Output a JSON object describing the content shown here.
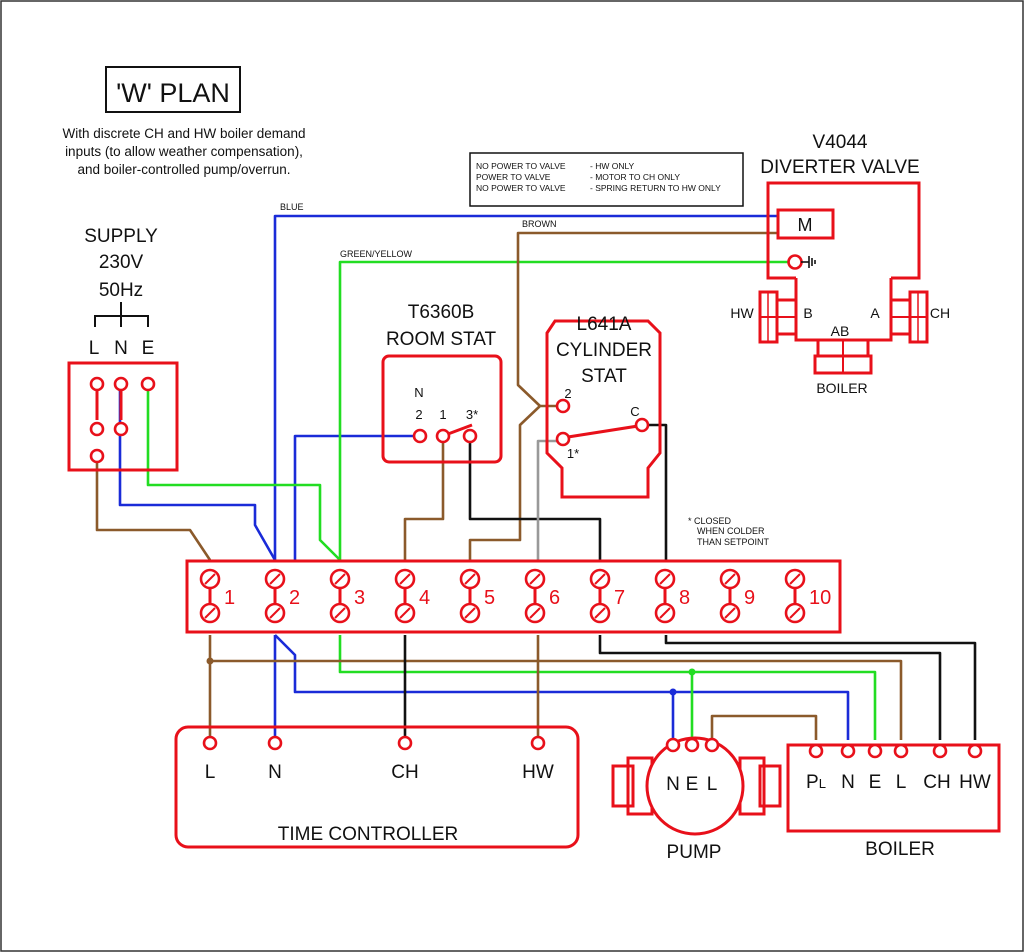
{
  "title": "'W' PLAN",
  "description": [
    "With discrete CH and HW boiler demand",
    "inputs (to allow weather compensation),",
    "and boiler-controlled pump/overrun."
  ],
  "notes": [
    {
      "state": "NO POWER TO VALVE",
      "result": "- HW ONLY"
    },
    {
      "state": "POWER TO VALVE",
      "result": "- MOTOR TO CH ONLY"
    },
    {
      "state": "NO POWER TO VALVE",
      "result": "- SPRING RETURN TO HW ONLY"
    }
  ],
  "supply": {
    "lines": [
      "SUPPLY",
      "230V",
      "50Hz"
    ],
    "terminals": [
      "L",
      "N",
      "E"
    ]
  },
  "diverter_valve": {
    "model": "V4044",
    "name": "DIVERTER VALVE",
    "motor": "M",
    "ports": {
      "hw": "HW",
      "b": "B",
      "a": "A",
      "ch": "CH",
      "ab": "AB",
      "boiler": "BOILER"
    }
  },
  "room_stat": {
    "model": "T6360B",
    "name": "ROOM STAT",
    "terminals": [
      "N",
      "2",
      "1",
      "3*"
    ]
  },
  "cylinder_stat": {
    "model": "L641A",
    "line2": "CYLINDER",
    "line3": "STAT",
    "terminals": [
      "2",
      "C",
      "1*"
    ]
  },
  "footnote": [
    "* CLOSED",
    "WHEN COLDER",
    "THAN SETPOINT"
  ],
  "wire_labels": {
    "blue": "BLUE",
    "brown": "BROWN",
    "green_yellow": "GREEN/YELLOW"
  },
  "junction_box": {
    "terminals": [
      "1",
      "2",
      "3",
      "4",
      "5",
      "6",
      "7",
      "8",
      "9",
      "10"
    ]
  },
  "time_controller": {
    "name": "TIME CONTROLLER",
    "terminals": [
      "L",
      "N",
      "CH",
      "HW"
    ]
  },
  "pump": {
    "name": "PUMP",
    "terminals": [
      "N",
      "E",
      "L"
    ]
  },
  "boiler": {
    "name": "BOILER",
    "terminal_pl_main": "P",
    "terminal_pl_sub": "L",
    "terminals": [
      "N",
      "E",
      "L",
      "CH",
      "HW"
    ]
  },
  "colors": {
    "component": "#e8101a",
    "blue": "#1a2bd8",
    "brown": "#8b5a2b",
    "green": "#22dd22",
    "black": "#111111",
    "grey": "#999999"
  }
}
